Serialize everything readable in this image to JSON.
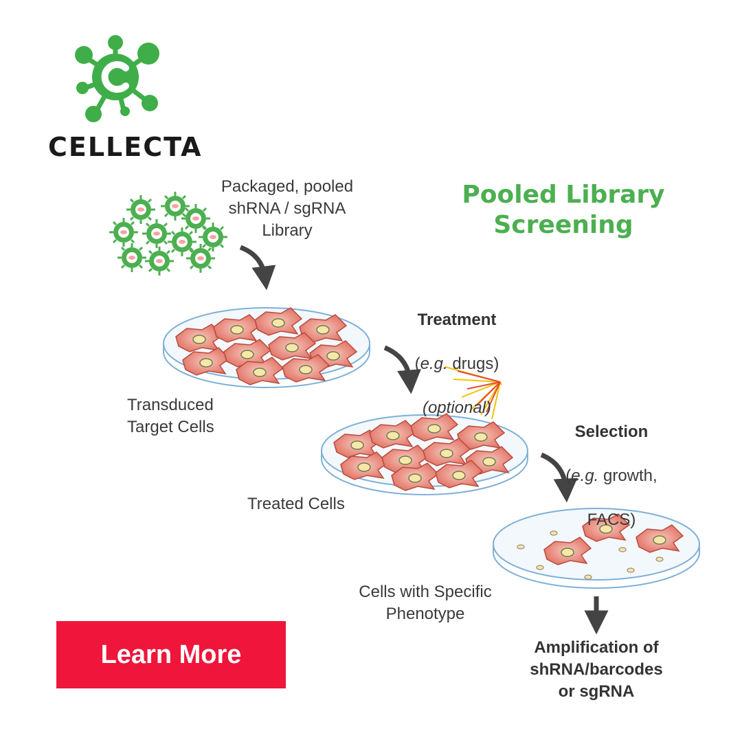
{
  "brand": {
    "name": "CELLECTA",
    "logo_color": "#3fae49"
  },
  "diagram": {
    "title": "Pooled Library\nScreening",
    "library_label": "Packaged, pooled\nshRNA / sgRNA\nLibrary",
    "transduced_label": "Transduced\nTarget Cells",
    "treatment": {
      "title": "Treatment",
      "eg_prefix": "e.g.",
      "eg_rest": " drugs)",
      "optional": "(optional)"
    },
    "treated_label": "Treated Cells",
    "selection": {
      "title": "Selection",
      "eg_prefix": "e.g.",
      "eg_rest": " growth,",
      "line2": "FACS)"
    },
    "phenotype_label": "Cells with Specific\nPhenotype",
    "amplification_label": "Amplification of\nshRNA/barcodes\nor sgRNA",
    "colors": {
      "virus_green": "#4caf50",
      "cell_fill": "#e8776a",
      "dish_stroke": "#7fb0d6",
      "arrow": "#444444",
      "burst": "#f2c200"
    }
  },
  "cta": {
    "label": "Learn More",
    "color": "#f0153a"
  }
}
